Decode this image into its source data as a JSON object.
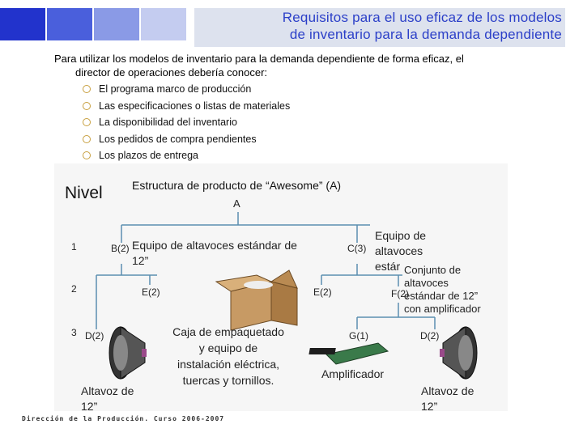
{
  "header": {
    "title_line1": "Requisitos para el uso eficaz de los modelos",
    "title_line2": "de inventario para la demanda dependiente",
    "square_colors": [
      "#2233cc",
      "#4a5fdc",
      "#8a9ae6",
      "#c4ccf0"
    ]
  },
  "intro": {
    "line1": "Para utilizar los modelos de inventario para la demanda dependiente de forma eficaz, el",
    "line2": "director de operaciones debería conocer:"
  },
  "bullets": [
    "El programa marco de producción",
    "Las especificaciones o listas de materiales",
    "La disponibilidad del inventario",
    "Los pedidos de compra pendientes",
    "Los plazos de entrega"
  ],
  "figure": {
    "nivel": "Nivel",
    "title": "Estructura de producto de “Awesome” (A)",
    "levels": [
      "1",
      "2",
      "3"
    ],
    "nodes": {
      "A": "A",
      "B": "B(2)",
      "C": "C(3)",
      "E1": "E(2)",
      "E2": "E(2)",
      "F": "F(2)",
      "D1": "D(2)",
      "G": "G(1)",
      "D2": "D(2)"
    },
    "labels": {
      "b_desc_1": "Equipo de altavoces estándar de",
      "b_desc_2": "12”",
      "c_desc_1": "Equipo de",
      "c_desc_2": "altavoces",
      "c_desc_3": "estár",
      "f_desc_1": "Conjunto de",
      "f_desc_2": "altavoces",
      "f_desc_3": "estándar de 12”",
      "f_desc_4": "con amplificador",
      "box_1": "Caja de empaquetado",
      "box_2": "y equipo de",
      "box_3": "instalación eléctrica,",
      "box_4": "tuercas y tornillos.",
      "amp": "Amplificador",
      "spk_left_1": "Altavoz de",
      "spk_left_2": "12”",
      "spk_right_1": "Altavoz de",
      "spk_right_2": "12”"
    }
  },
  "footer": "Dirección de la Producción. Curso 2006-2007"
}
